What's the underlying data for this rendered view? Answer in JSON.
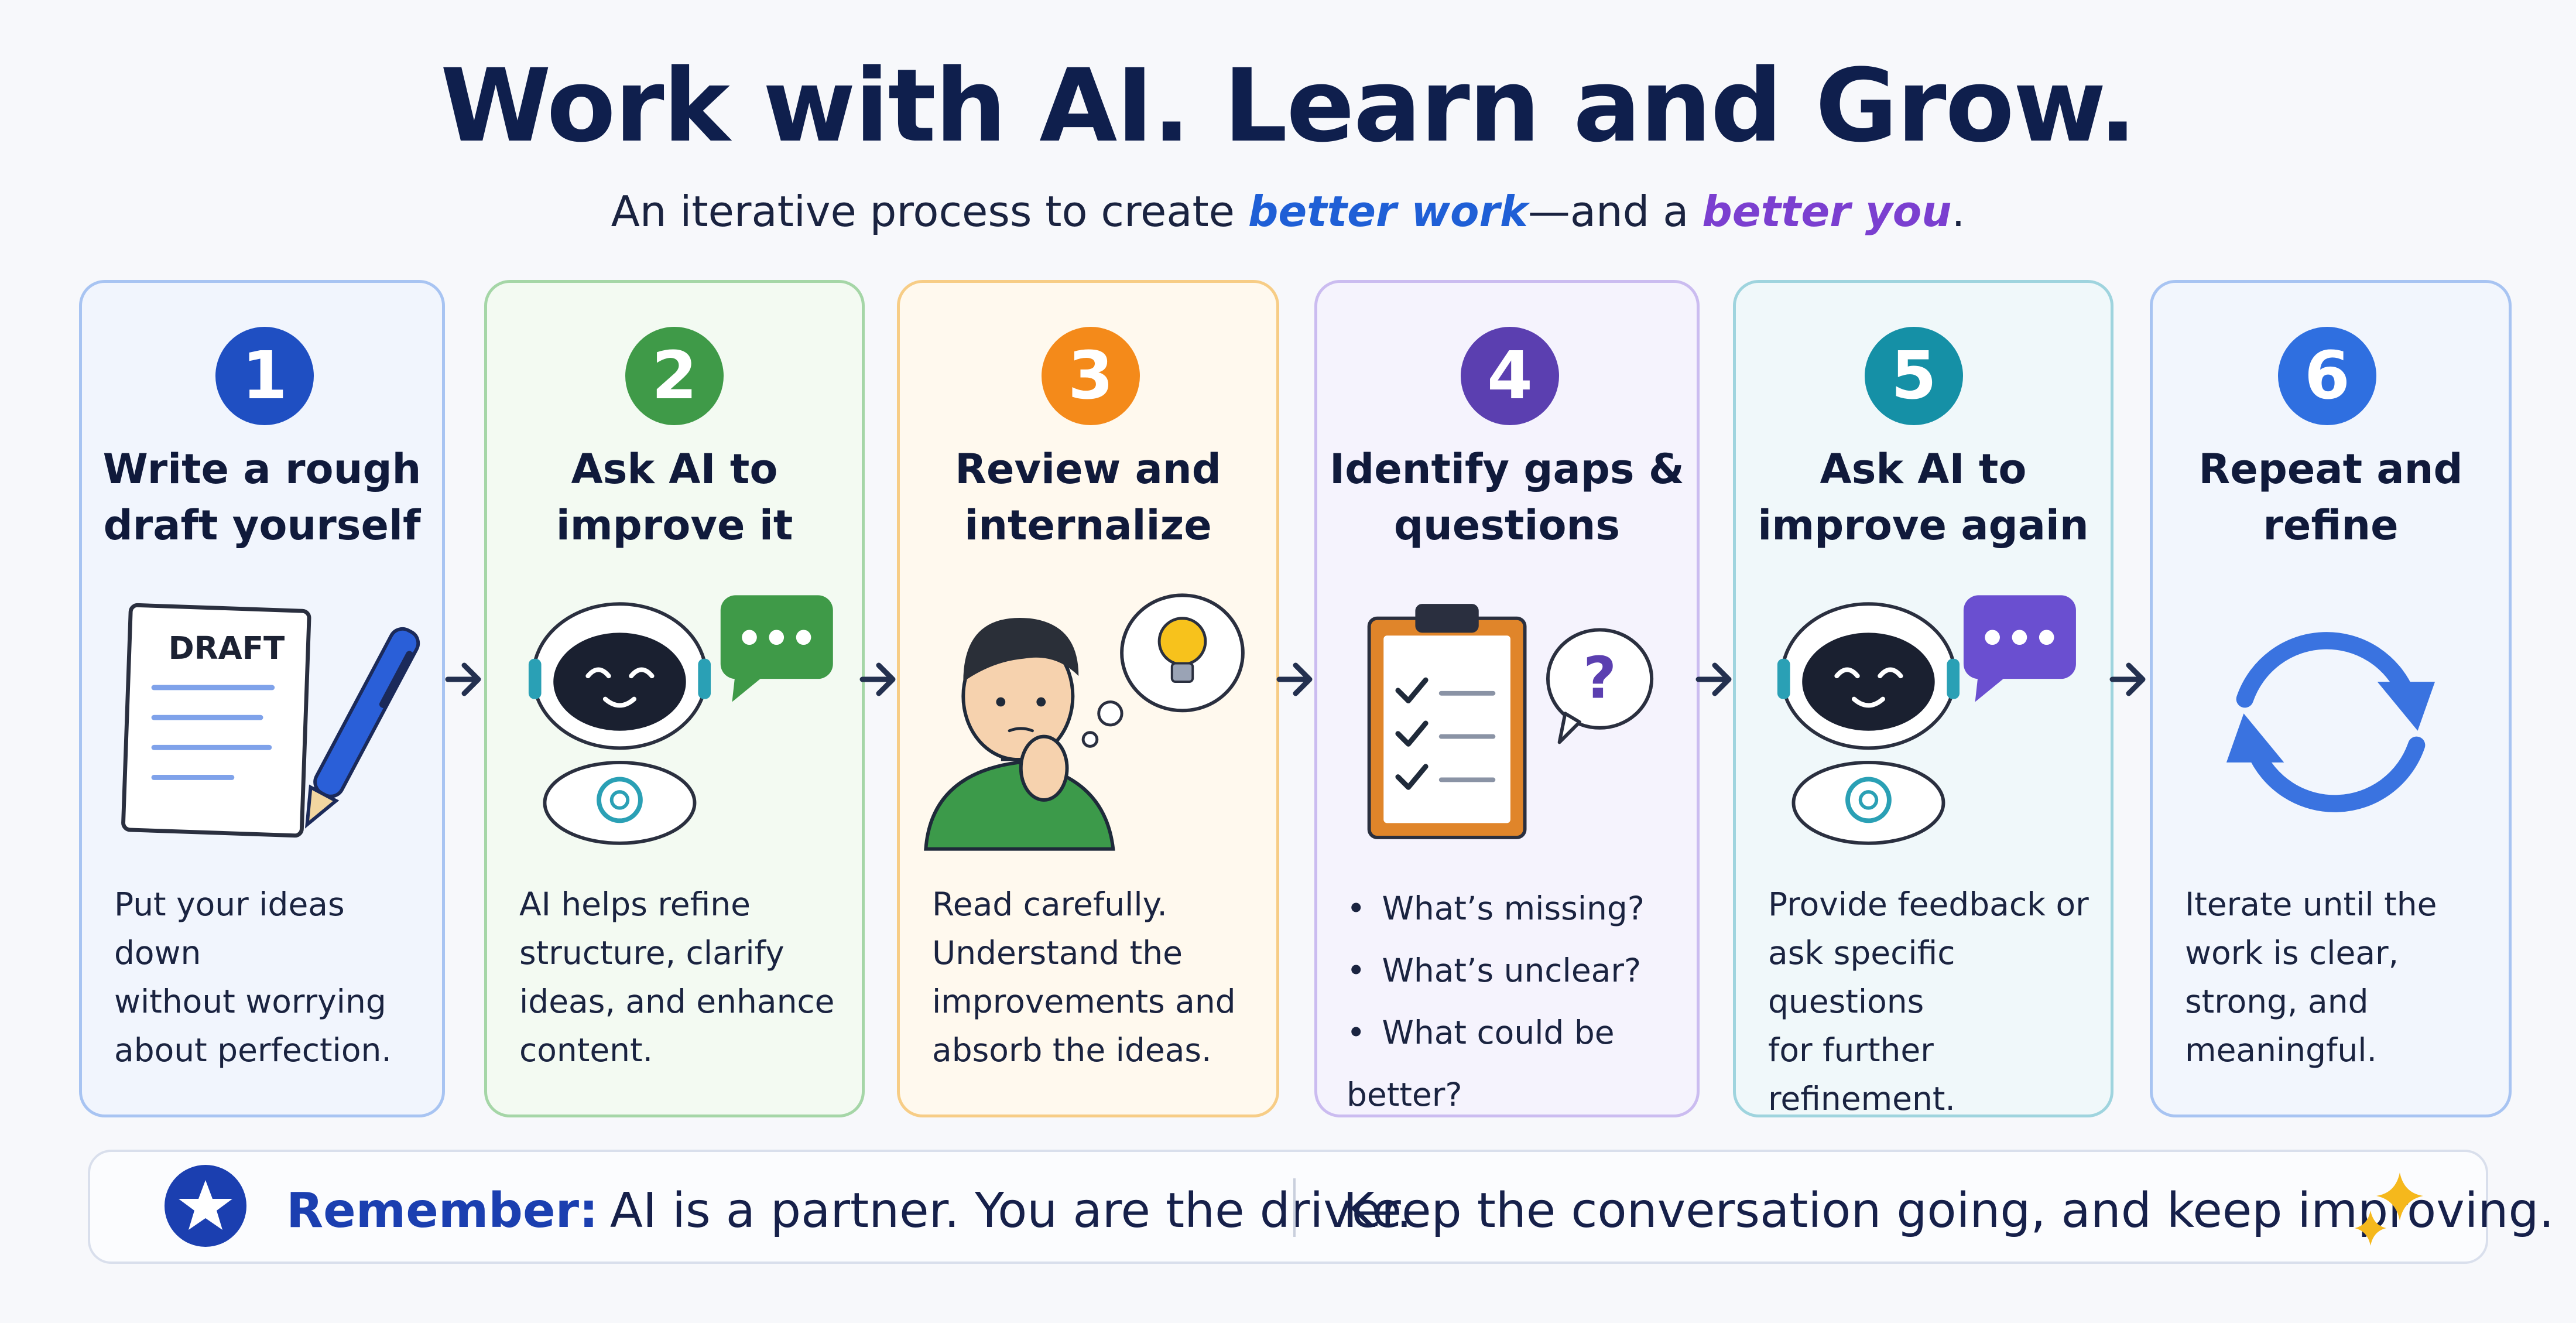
{
  "header": {
    "title": "Work with AI. Learn and Grow.",
    "subtitle_prefix": "An iterative process to create ",
    "subtitle_blue": "better work",
    "subtitle_middle": "—and a ",
    "subtitle_purple": "better you",
    "subtitle_suffix": "."
  },
  "steps": [
    {
      "number": "1",
      "title": "Write a rough\ndraft yourself",
      "description": "Put your ideas down\nwithout worrying\nabout perfection.",
      "illustration_text": "DRAFT"
    },
    {
      "number": "2",
      "title": "Ask AI to\nimprove it",
      "description": "AI helps refine\nstructure, clarify\nideas, and enhance\ncontent."
    },
    {
      "number": "3",
      "title": "Review and\ninternalize",
      "description": "Read carefully.\nUnderstand the\nimprovements and\nabsorb the ideas."
    },
    {
      "number": "4",
      "title": "Identify gaps &\nquestions",
      "bullets": [
        "What’s missing?",
        "What’s unclear?",
        "What could be better?"
      ],
      "illustration_text": "?"
    },
    {
      "number": "5",
      "title": "Ask AI to\nimprove again",
      "description": "Provide feedback or\nask specific questions\nfor further refinement."
    },
    {
      "number": "6",
      "title": "Repeat and\nrefine",
      "description": "Iterate until the\nwork is clear,\nstrong, and\nmeaningful."
    }
  ],
  "footer": {
    "remember_label": "Remember:",
    "remember_text": "AI is a partner. You are the driver.",
    "keep_text": "Keep the conversation going, and keep improving."
  },
  "colors": {
    "step1": "#1f4fc2",
    "step2": "#3f9a48",
    "step3": "#f48a1a",
    "step4": "#5b3fb0",
    "step5": "#1590a6",
    "step6": "#2f6fe0",
    "title": "#0f1f4d",
    "accent_blue": "#1f5fd6",
    "accent_purple": "#7b3fd0"
  },
  "icons": [
    "document-icon",
    "pen-icon",
    "robot-icon",
    "chat-bubble-icon",
    "person-thinking-icon",
    "lightbulb-icon",
    "clipboard-checklist-icon",
    "question-bubble-icon",
    "refresh-cycle-icon",
    "star-icon",
    "sparkle-icon",
    "arrow-right-icon"
  ]
}
